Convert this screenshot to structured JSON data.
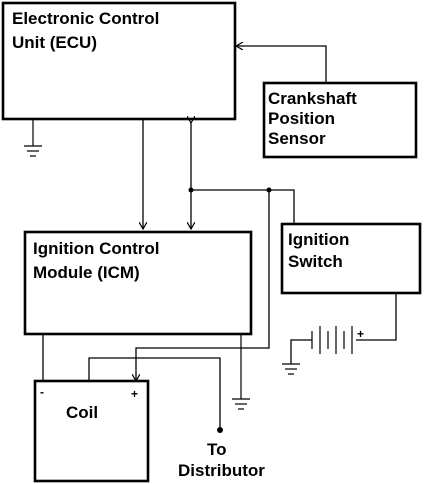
{
  "ecu": {
    "line1": "Electronic Control",
    "line2": "Unit (ECU)"
  },
  "crankshaft_sensor": {
    "line1": "Crankshaft",
    "line2": "Position",
    "line3": "Sensor"
  },
  "icm": {
    "line1": "Ignition Control",
    "line2": "Module (ICM)"
  },
  "ignition_switch": {
    "line1": "Ignition",
    "line2": "Switch"
  },
  "coil": {
    "label": "Coil",
    "negative": "-",
    "positive": "+"
  },
  "battery": {
    "positive": "+"
  },
  "distributor": {
    "line1": "To",
    "line2": "Distributor"
  }
}
